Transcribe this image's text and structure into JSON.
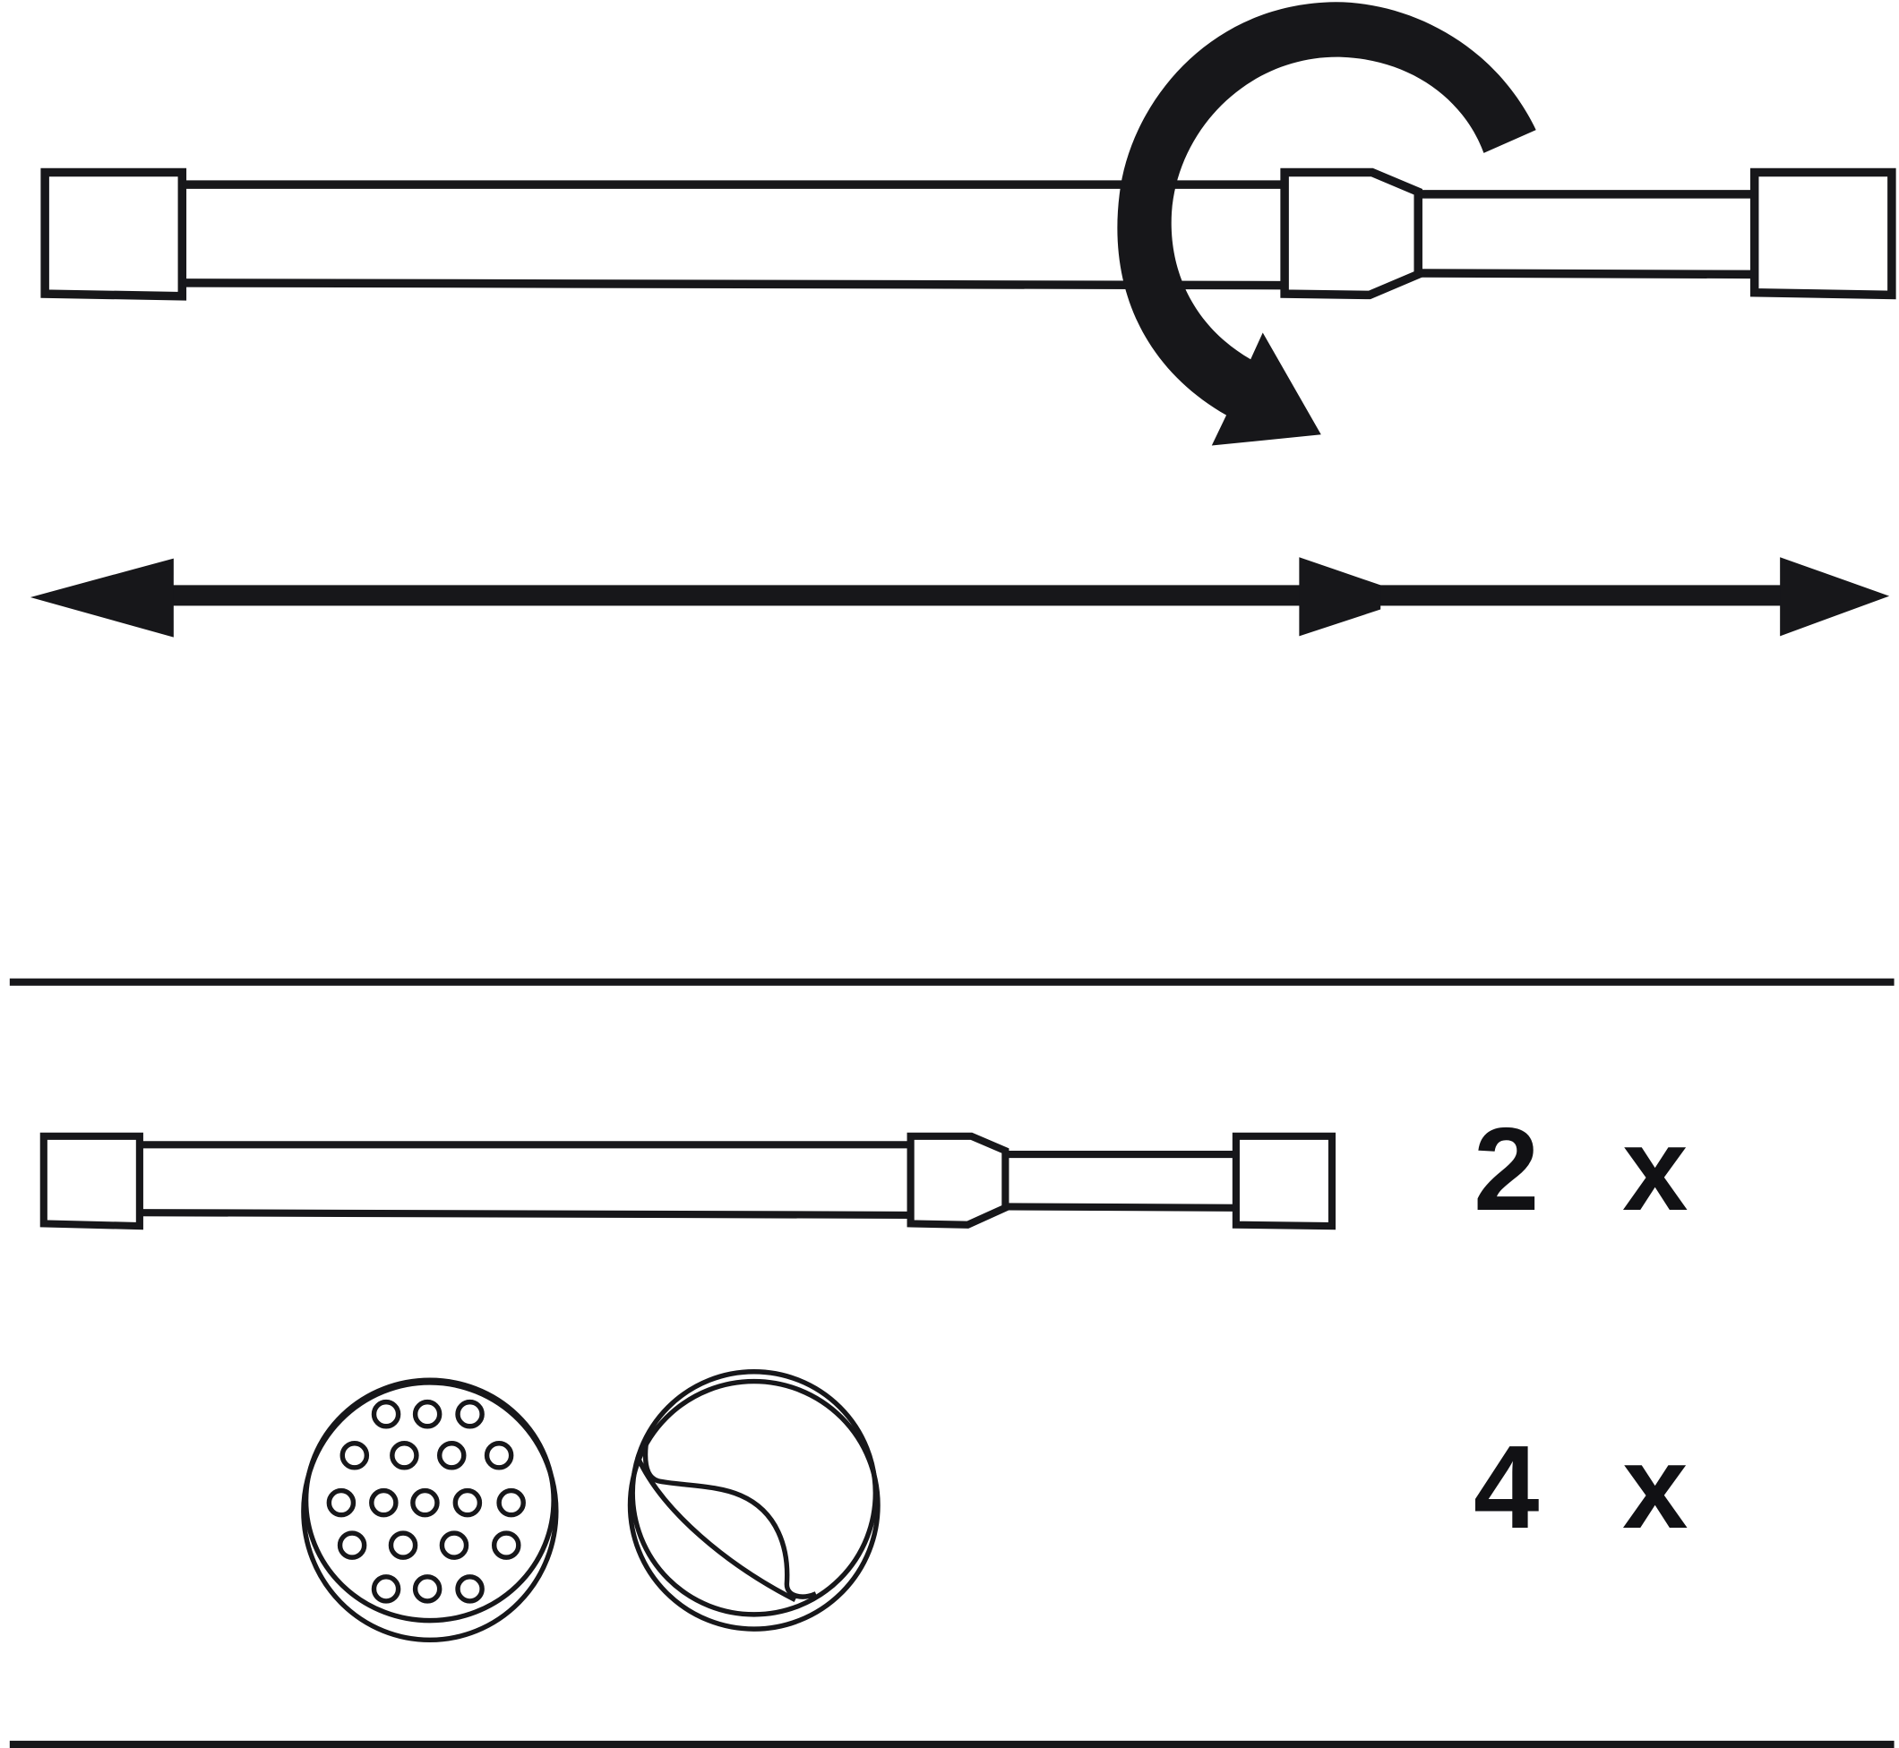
{
  "diagram": {
    "title": "Telescopic tension rod installation and contents",
    "colors": {
      "ink": "#17171a",
      "background": "#ffffff"
    },
    "step1": {
      "description": "Rotate rod to extend",
      "icon": "rotate-clockwise-arrow"
    },
    "step2": {
      "description": "Extend rod in both directions",
      "icon": "double-arrow-extend"
    },
    "contents": [
      {
        "item": "telescopic-tension-rod",
        "quantity_label": "2 x",
        "quantity": 2
      },
      {
        "item": "adhesive-pads",
        "quantity_label": "4 x",
        "quantity": 4
      }
    ]
  }
}
